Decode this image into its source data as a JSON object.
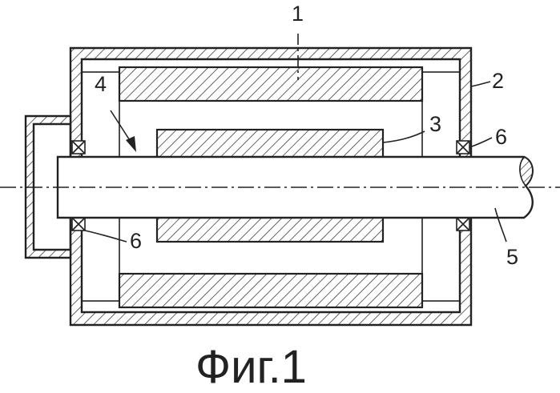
{
  "figure": {
    "caption": "Фиг.1",
    "labels": {
      "housing": "1",
      "end_wall": "2",
      "rotor": "3",
      "gap": "4",
      "shaft": "5",
      "bearing_right": "6",
      "bearing_left": "6"
    }
  }
}
